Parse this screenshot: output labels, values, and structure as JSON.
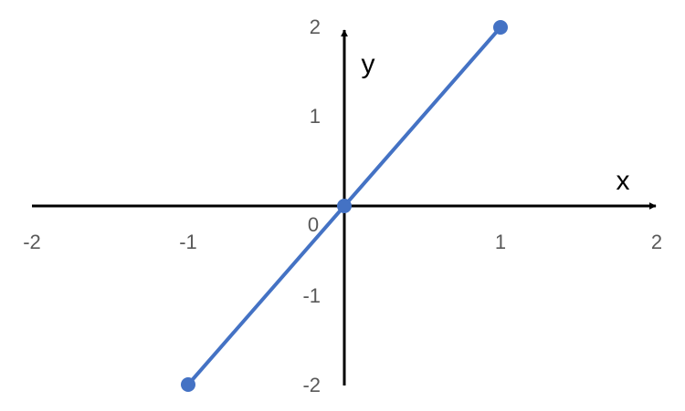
{
  "chart_data": {
    "type": "line",
    "xlabel": "x",
    "ylabel": "y",
    "xlim": [
      -2,
      2
    ],
    "ylim": [
      -2,
      2
    ],
    "x_ticks": [
      "-2",
      "-1",
      "1",
      "2"
    ],
    "y_ticks": [
      "2",
      "1",
      "-1",
      "-2"
    ],
    "origin_label": "0",
    "grid": false,
    "legend": "none",
    "series": [
      {
        "x": [
          -1,
          0,
          1
        ],
        "y": [
          -2,
          0,
          2
        ],
        "color": "#4472C4",
        "markers": true
      }
    ],
    "axis_color": "#000000",
    "tick_color": "#595959"
  }
}
